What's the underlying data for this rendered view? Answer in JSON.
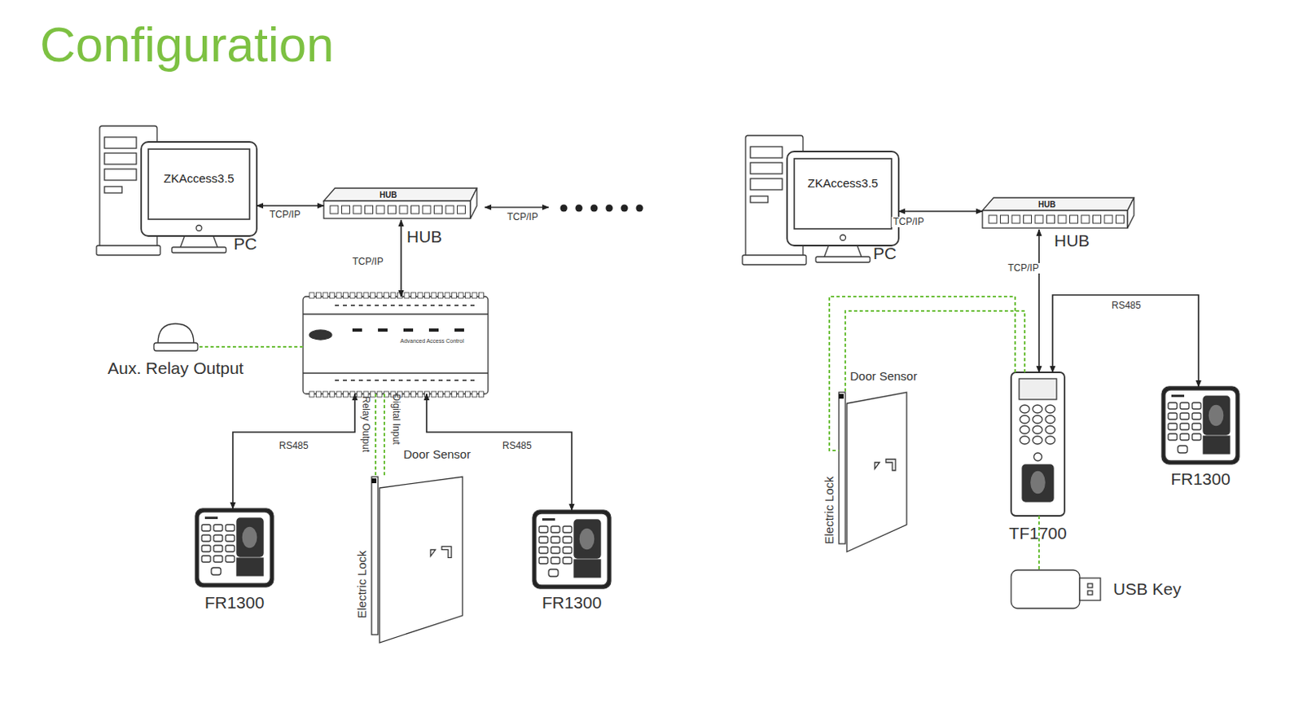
{
  "diagram": {
    "title": "Configuration",
    "nodes": [
      {
        "text": [
          "ZKAccess3.5",
          "PC"
        ]
      },
      {
        "text": [
          "HUB",
          "HUB"
        ]
      },
      {
        "text": [
          "Advanced Access Control"
        ]
      },
      {
        "text": [
          "Aux. Relay Output"
        ]
      },
      {
        "text": [
          "FR1300"
        ]
      },
      {
        "text": [
          "Door Sensor",
          "Electric Lock"
        ]
      },
      {
        "text": [
          "FR1300"
        ]
      },
      {
        "text": [
          "ZKAccess3.5",
          "PC"
        ]
      },
      {
        "text": [
          "HUB",
          "HUB"
        ]
      },
      {
        "text": [
          "Door Sensor",
          "Electric Lock"
        ]
      },
      {
        "text": [
          "TF1700"
        ]
      },
      {
        "text": [
          "FR1300"
        ]
      },
      {
        "text": [
          "USB Key"
        ]
      }
    ],
    "edges": [
      {
        "from": 0,
        "to": 1,
        "label": "TCP/IP",
        "arrow": "both"
      },
      {
        "from": 1,
        "to": 2,
        "label": "TCP/IP",
        "arrow": "both"
      },
      {
        "from": 2,
        "to": 4,
        "label": "RS485",
        "arrow": "both"
      },
      {
        "from": 2,
        "to": 6,
        "label": "RS485",
        "arrow": "both"
      },
      {
        "from": 2,
        "to": 3,
        "arrow": "none"
      },
      {
        "from": 2,
        "to": 5,
        "label": "Relay Output",
        "arrow": "none"
      },
      {
        "from": 2,
        "to": 5,
        "label": "Digital Input",
        "arrow": "none"
      },
      {
        "from": 7,
        "to": 8,
        "label": "TCP/IP",
        "arrow": "both"
      },
      {
        "from": 8,
        "to": 10,
        "label": "TCP/IP",
        "arrow": "both"
      },
      {
        "from": 10,
        "to": 11,
        "label": "RS485",
        "arrow": "both"
      },
      {
        "from": 10,
        "to": 9,
        "arrow": "none"
      },
      {
        "from": 10,
        "to": 9,
        "arrow": "none"
      },
      {
        "from": 10,
        "to": 12,
        "arrow": "none"
      }
    ],
    "labels": [
      "TCP/IP"
    ]
  }
}
